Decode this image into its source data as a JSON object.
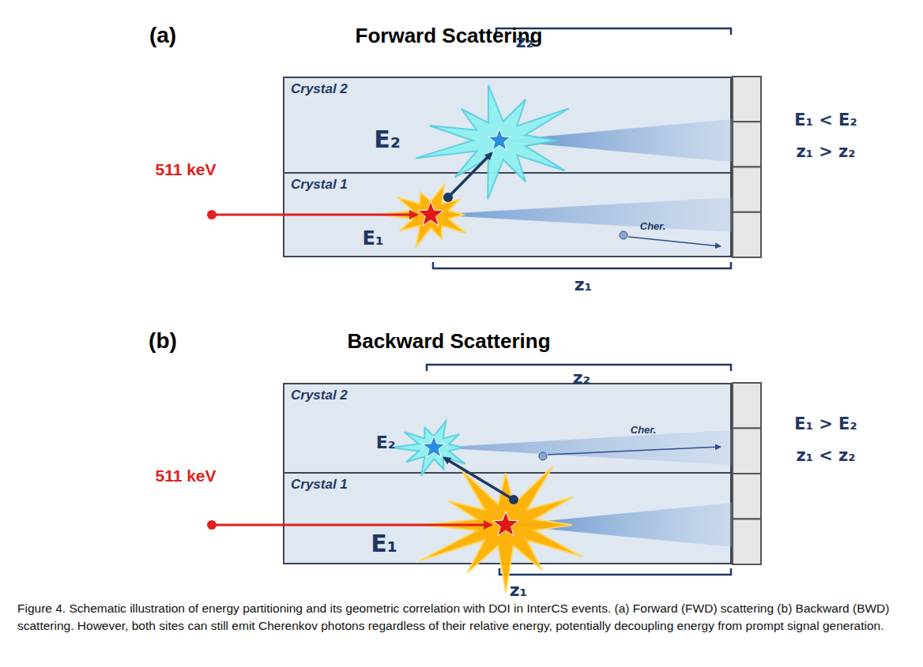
{
  "diagram": {
    "caption": "Figure 4. Schematic illustration of energy partitioning and its geometric correlation with DOI in InterCS events. (a) Forward (FWD) scattering (b) Backward (BWD) scattering. However, both sites can still emit Cherenkov photons regardless of their relative energy, potentially decoupling energy from prompt signal generation.",
    "nodes": [
      {
        "text": [
          "Crystal 2"
        ]
      },
      {
        "text": [
          "Crystal 1"
        ]
      },
      {
        "text": [
          "Crystal 2"
        ]
      },
      {
        "text": [
          "Crystal 1"
        ]
      }
    ],
    "labels": [
      "(a)",
      "Forward Scattering",
      "z₂",
      "E₂",
      "511 keV",
      "E₁",
      "Cher.",
      "z₁",
      "E₁ < E₂",
      "z₁ > z₂",
      "(b)",
      "Backward Scattering",
      "z₂",
      "E₂",
      "511 keV",
      "E₁",
      "Cher.",
      "z₁",
      "E₁ > E₂",
      "z₁ < z₂"
    ]
  }
}
